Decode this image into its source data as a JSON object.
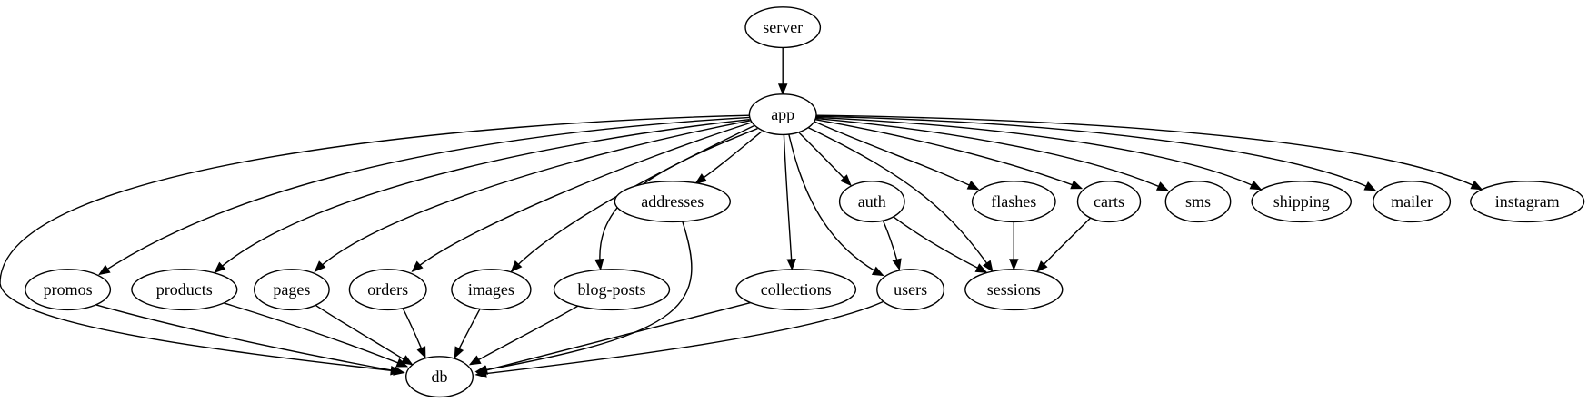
{
  "graph": {
    "nodes": [
      {
        "id": "server",
        "label": "server"
      },
      {
        "id": "app",
        "label": "app"
      },
      {
        "id": "addresses",
        "label": "addresses"
      },
      {
        "id": "auth",
        "label": "auth"
      },
      {
        "id": "flashes",
        "label": "flashes"
      },
      {
        "id": "carts",
        "label": "carts"
      },
      {
        "id": "sms",
        "label": "sms"
      },
      {
        "id": "shipping",
        "label": "shipping"
      },
      {
        "id": "mailer",
        "label": "mailer"
      },
      {
        "id": "instagram",
        "label": "instagram"
      },
      {
        "id": "promos",
        "label": "promos"
      },
      {
        "id": "products",
        "label": "products"
      },
      {
        "id": "pages",
        "label": "pages"
      },
      {
        "id": "orders",
        "label": "orders"
      },
      {
        "id": "images",
        "label": "images"
      },
      {
        "id": "blog-posts",
        "label": "blog-posts"
      },
      {
        "id": "collections",
        "label": "collections"
      },
      {
        "id": "users",
        "label": "users"
      },
      {
        "id": "sessions",
        "label": "sessions"
      },
      {
        "id": "db",
        "label": "db"
      }
    ],
    "edges": [
      {
        "from": "server",
        "to": "app"
      },
      {
        "from": "app",
        "to": "db"
      },
      {
        "from": "app",
        "to": "promos"
      },
      {
        "from": "app",
        "to": "products"
      },
      {
        "from": "app",
        "to": "pages"
      },
      {
        "from": "app",
        "to": "orders"
      },
      {
        "from": "app",
        "to": "images"
      },
      {
        "from": "app",
        "to": "blog-posts"
      },
      {
        "from": "app",
        "to": "addresses"
      },
      {
        "from": "app",
        "to": "collections"
      },
      {
        "from": "app",
        "to": "users"
      },
      {
        "from": "app",
        "to": "auth"
      },
      {
        "from": "app",
        "to": "sessions"
      },
      {
        "from": "app",
        "to": "flashes"
      },
      {
        "from": "app",
        "to": "carts"
      },
      {
        "from": "app",
        "to": "sms"
      },
      {
        "from": "app",
        "to": "shipping"
      },
      {
        "from": "app",
        "to": "mailer"
      },
      {
        "from": "app",
        "to": "instagram"
      },
      {
        "from": "addresses",
        "to": "db"
      },
      {
        "from": "auth",
        "to": "users"
      },
      {
        "from": "auth",
        "to": "sessions"
      },
      {
        "from": "flashes",
        "to": "sessions"
      },
      {
        "from": "carts",
        "to": "sessions"
      },
      {
        "from": "promos",
        "to": "db"
      },
      {
        "from": "products",
        "to": "db"
      },
      {
        "from": "pages",
        "to": "db"
      },
      {
        "from": "orders",
        "to": "db"
      },
      {
        "from": "images",
        "to": "db"
      },
      {
        "from": "blog-posts",
        "to": "db"
      },
      {
        "from": "collections",
        "to": "db"
      },
      {
        "from": "users",
        "to": "db"
      }
    ]
  }
}
